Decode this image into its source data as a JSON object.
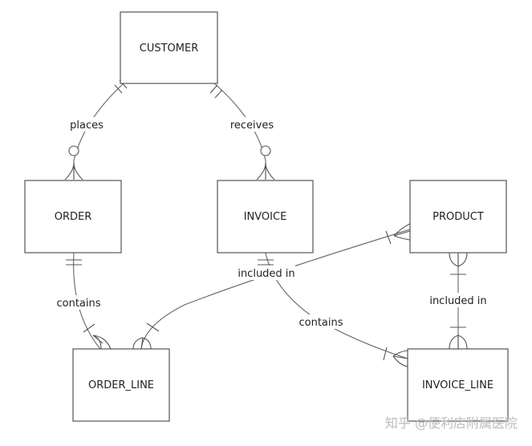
{
  "entities": {
    "customer": "CUSTOMER",
    "order": "ORDER",
    "invoice": "INVOICE",
    "product": "PRODUCT",
    "order_line": "ORDER_LINE",
    "invoice_line": "INVOICE_LINE"
  },
  "relationships": {
    "places": "places",
    "receives": "receives",
    "order_contains": "contains",
    "invoice_contains": "contains",
    "included_in_order_line": "included in",
    "included_in_invoice_line": "included in"
  },
  "watermark": "知乎 @便利店附属医院",
  "colors": {
    "line": "#666666",
    "box_stroke": "#555555",
    "text": "#222222",
    "watermark": "#bbbbbb"
  }
}
